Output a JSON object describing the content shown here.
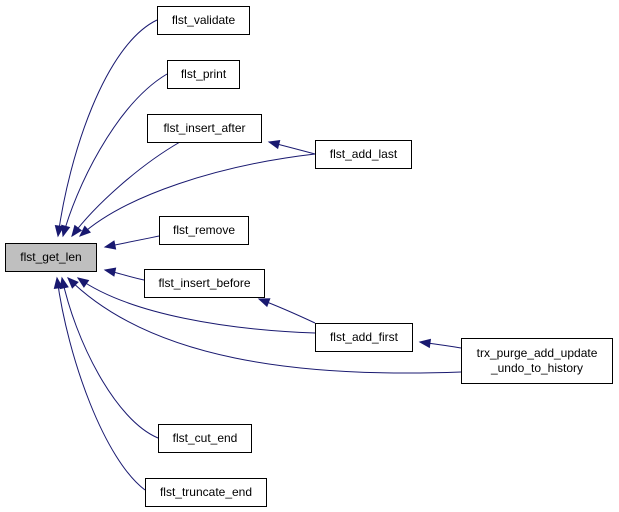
{
  "graph": {
    "root": {
      "id": "root",
      "lines": [
        "flst_get_len"
      ]
    },
    "nodes": [
      {
        "id": "validate",
        "lines": [
          "flst_validate"
        ]
      },
      {
        "id": "print",
        "lines": [
          "flst_print"
        ]
      },
      {
        "id": "insert_after",
        "lines": [
          "flst_insert_after"
        ]
      },
      {
        "id": "add_last",
        "lines": [
          "flst_add_last"
        ]
      },
      {
        "id": "remove",
        "lines": [
          "flst_remove"
        ]
      },
      {
        "id": "insert_before",
        "lines": [
          "flst_insert_before"
        ]
      },
      {
        "id": "add_first",
        "lines": [
          "flst_add_first"
        ]
      },
      {
        "id": "trx_purge",
        "lines": [
          "trx_purge_add_update",
          "_undo_to_history"
        ]
      },
      {
        "id": "cut_end",
        "lines": [
          "flst_cut_end"
        ]
      },
      {
        "id": "truncate_end",
        "lines": [
          "flst_truncate_end"
        ]
      }
    ],
    "edges": [
      {
        "from": "validate",
        "to": "root"
      },
      {
        "from": "print",
        "to": "root"
      },
      {
        "from": "insert_after",
        "to": "root"
      },
      {
        "from": "add_last",
        "to": "root"
      },
      {
        "from": "remove",
        "to": "root"
      },
      {
        "from": "insert_before",
        "to": "root"
      },
      {
        "from": "add_first",
        "to": "root"
      },
      {
        "from": "trx_purge",
        "to": "root"
      },
      {
        "from": "cut_end",
        "to": "root"
      },
      {
        "from": "truncate_end",
        "to": "root"
      },
      {
        "from": "add_last",
        "to": "insert_after"
      },
      {
        "from": "add_first",
        "to": "insert_before"
      },
      {
        "from": "trx_purge",
        "to": "add_first"
      }
    ],
    "colors": {
      "edge": "#191970",
      "root_fill": "#bfbfbf",
      "node_fill": "#ffffff",
      "border": "#000000"
    }
  }
}
